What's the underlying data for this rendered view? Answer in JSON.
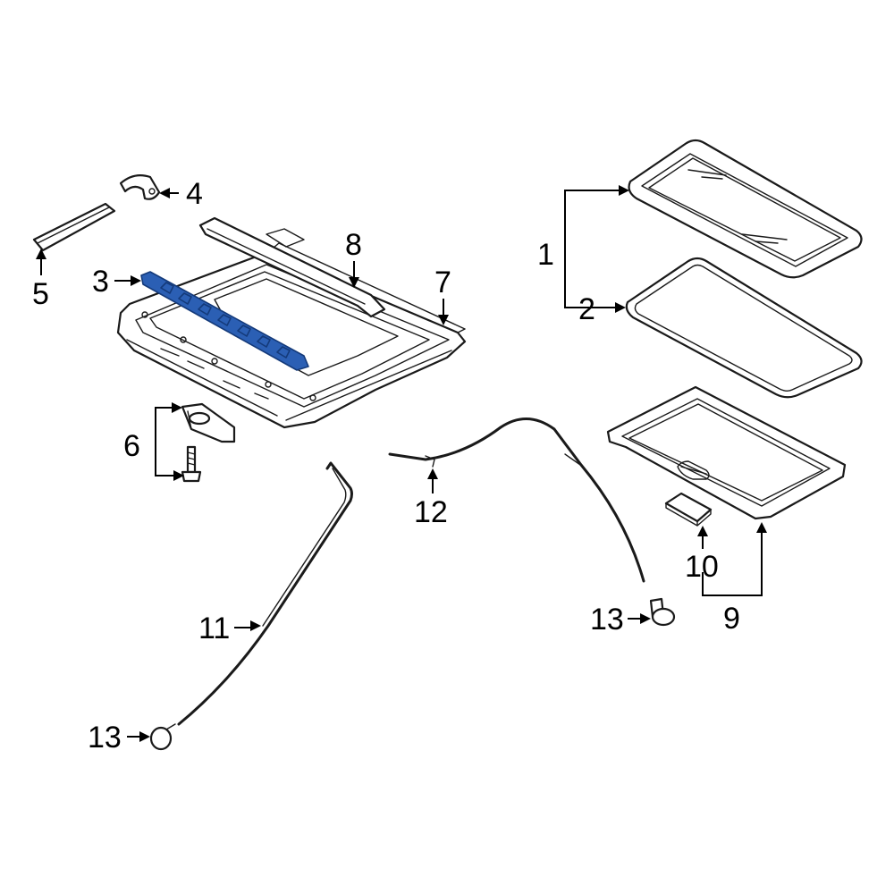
{
  "diagram": {
    "highlight_color": "#2b5fb4",
    "callouts": [
      {
        "id": "c1",
        "label": "1"
      },
      {
        "id": "c2",
        "label": "2"
      },
      {
        "id": "c3",
        "label": "3"
      },
      {
        "id": "c4",
        "label": "4"
      },
      {
        "id": "c5",
        "label": "5"
      },
      {
        "id": "c6",
        "label": "6"
      },
      {
        "id": "c7",
        "label": "7"
      },
      {
        "id": "c8",
        "label": "8"
      },
      {
        "id": "c9",
        "label": "9"
      },
      {
        "id": "c10",
        "label": "10"
      },
      {
        "id": "c11",
        "label": "11"
      },
      {
        "id": "c12",
        "label": "12"
      },
      {
        "id": "c13a",
        "label": "13"
      },
      {
        "id": "c13b",
        "label": "13"
      }
    ]
  }
}
